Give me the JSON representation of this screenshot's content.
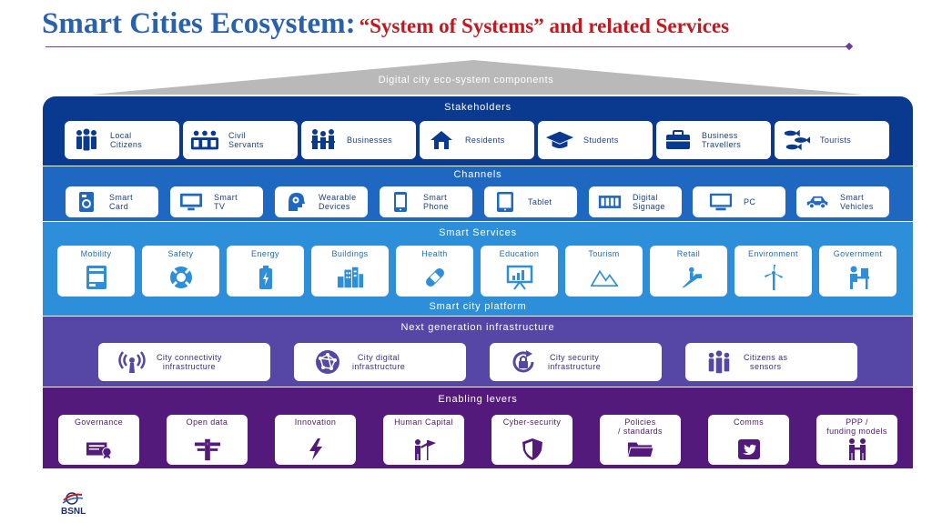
{
  "title": {
    "main": "Smart Cities Ecosystem:",
    "sub": "“System of Systems” and related Services"
  },
  "roof_label": "Digital city eco-system components",
  "stakeholders": {
    "title": "Stakeholders",
    "items": [
      {
        "label": "Local\nCitizens",
        "icon": "citizens-icon"
      },
      {
        "label": "Civil\nServants",
        "icon": "servants-icon"
      },
      {
        "label": "Businesses",
        "icon": "businesses-icon"
      },
      {
        "label": "Residents",
        "icon": "home-icon"
      },
      {
        "label": "Students",
        "icon": "graduation-cap-icon"
      },
      {
        "label": "Business\nTravellers",
        "icon": "briefcase-icon"
      },
      {
        "label": "Tourists",
        "icon": "fish-icon"
      }
    ]
  },
  "channels": {
    "title": "Channels",
    "items": [
      {
        "label": "Smart\nCard",
        "icon": "smart-card-icon"
      },
      {
        "label": "Smart\nTV",
        "icon": "tv-icon"
      },
      {
        "label": "Wearable\nDevices",
        "icon": "wearable-icon"
      },
      {
        "label": "Smart\nPhone",
        "icon": "phone-icon"
      },
      {
        "label": "Tablet",
        "icon": "tablet-icon"
      },
      {
        "label": "Digital\nSignage",
        "icon": "signage-icon"
      },
      {
        "label": "PC",
        "icon": "pc-icon"
      },
      {
        "label": "Smart\nVehicles",
        "icon": "car-icon"
      }
    ]
  },
  "services": {
    "title": "Smart Services",
    "platform": "Smart city platform",
    "items": [
      {
        "label": "Mobility",
        "icon": "mobility-icon"
      },
      {
        "label": "Safety",
        "icon": "lifebuoy-icon"
      },
      {
        "label": "Energy",
        "icon": "battery-icon"
      },
      {
        "label": "Buildings",
        "icon": "buildings-icon"
      },
      {
        "label": "Health",
        "icon": "bandage-icon"
      },
      {
        "label": "Education",
        "icon": "presentation-icon"
      },
      {
        "label": "Tourism",
        "icon": "mountains-icon"
      },
      {
        "label": "Retail",
        "icon": "escalator-icon"
      },
      {
        "label": "Environment",
        "icon": "wind-turbine-icon"
      },
      {
        "label": "Government",
        "icon": "desk-person-icon"
      }
    ]
  },
  "infrastructure": {
    "title": "Next generation infrastructure",
    "items": [
      {
        "label": "City connectivity\ninfrastructure",
        "icon": "antenna-icon"
      },
      {
        "label": "City digital\ninfrastructure",
        "icon": "network-globe-icon"
      },
      {
        "label": "City security\ninfrastructure",
        "icon": "lock-cycle-icon"
      },
      {
        "label": "Citizens as\nsensors",
        "icon": "people-icon"
      }
    ]
  },
  "levers": {
    "title": "Enabling levers",
    "items": [
      {
        "label": "Governance",
        "icon": "certificate-icon"
      },
      {
        "label": "Open data",
        "icon": "data-gate-icon"
      },
      {
        "label": "Innovation",
        "icon": "lightning-icon"
      },
      {
        "label": "Human Capital",
        "icon": "person-flag-icon"
      },
      {
        "label": "Cyber-security",
        "icon": "shield-icon"
      },
      {
        "label": "Policies\n/ standards",
        "icon": "folder-icon"
      },
      {
        "label": "Comms",
        "icon": "twitter-icon"
      },
      {
        "label": "PPP /\nfunding models",
        "icon": "partners-icon"
      }
    ]
  },
  "logo": {
    "text": "BSNL"
  },
  "colors": {
    "title_blue": "#2a61ad",
    "title_red": "#c1191f",
    "stakeholders": "#0a3a8f",
    "channels": "#1f68c1",
    "services": "#2d8fd9",
    "infrastructure": "#5647a6",
    "levers": "#531a7c"
  }
}
